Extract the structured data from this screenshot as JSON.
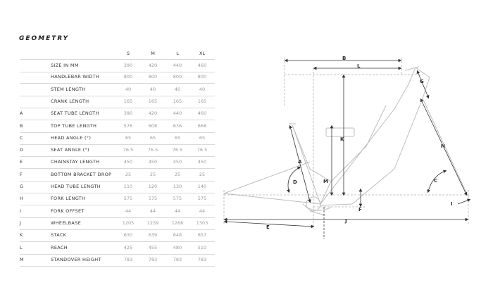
{
  "title": "GEOMETRY",
  "sizes": [
    "S",
    "M",
    "L",
    "XL"
  ],
  "rows": [
    {
      "code": "",
      "label": "SIZE IN MM",
      "values": [
        "390",
        "420",
        "440",
        "460"
      ]
    },
    {
      "code": "",
      "label": "HANDLEBAR WIDTH",
      "values": [
        "800",
        "800",
        "800",
        "800"
      ]
    },
    {
      "code": "",
      "label": "STEM LENGTH",
      "values": [
        "40",
        "40",
        "40",
        "40"
      ]
    },
    {
      "code": "",
      "label": "CRANK LENGTH",
      "values": [
        "165",
        "165",
        "165",
        "165"
      ]
    },
    {
      "code": "A",
      "label": "SEAT TUBE LENGTH",
      "values": [
        "390",
        "420",
        "440",
        "460"
      ]
    },
    {
      "code": "B",
      "label": "TOP TUBE LENGTH",
      "values": [
        "576",
        "608",
        "636",
        "668"
      ]
    },
    {
      "code": "C",
      "label": "HEAD ANGLE (°)",
      "values": [
        "65",
        "65",
        "65",
        "65"
      ]
    },
    {
      "code": "D",
      "label": "SEAT ANGLE (°)",
      "values": [
        "76.5",
        "76.5",
        "76.5",
        "76.5"
      ]
    },
    {
      "code": "E",
      "label": "CHAINSTAY LENGTH",
      "values": [
        "450",
        "450",
        "450",
        "450"
      ]
    },
    {
      "code": "F",
      "label": "BOTTOM BRACKET DROP",
      "values": [
        "25",
        "25",
        "25",
        "25"
      ]
    },
    {
      "code": "G",
      "label": "HEAD TUBE LENGTH",
      "values": [
        "110",
        "120",
        "130",
        "140"
      ]
    },
    {
      "code": "H",
      "label": "FORK LENGTH",
      "values": [
        "575",
        "575",
        "575",
        "575"
      ]
    },
    {
      "code": "I",
      "label": "FORK OFFSET",
      "values": [
        "44",
        "44",
        "44",
        "44"
      ]
    },
    {
      "code": "J",
      "label": "WHEELBASE",
      "values": [
        "1205",
        "1239",
        "1268",
        "1303"
      ]
    },
    {
      "code": "K",
      "label": "STACK",
      "values": [
        "630",
        "639",
        "648",
        "657"
      ]
    },
    {
      "code": "L",
      "label": "REACH",
      "values": [
        "425",
        "455",
        "480",
        "510"
      ]
    },
    {
      "code": "M",
      "label": "STANDOVER HEIGHT",
      "values": [
        "783",
        "783",
        "783",
        "783"
      ]
    }
  ],
  "diagram_labels": {
    "A": "A",
    "B": "B",
    "C": "C",
    "D": "D",
    "E": "E",
    "F": "F",
    "G": "G",
    "H": "H",
    "I": "I",
    "J": "J",
    "K": "K",
    "L": "L",
    "M": "M"
  }
}
